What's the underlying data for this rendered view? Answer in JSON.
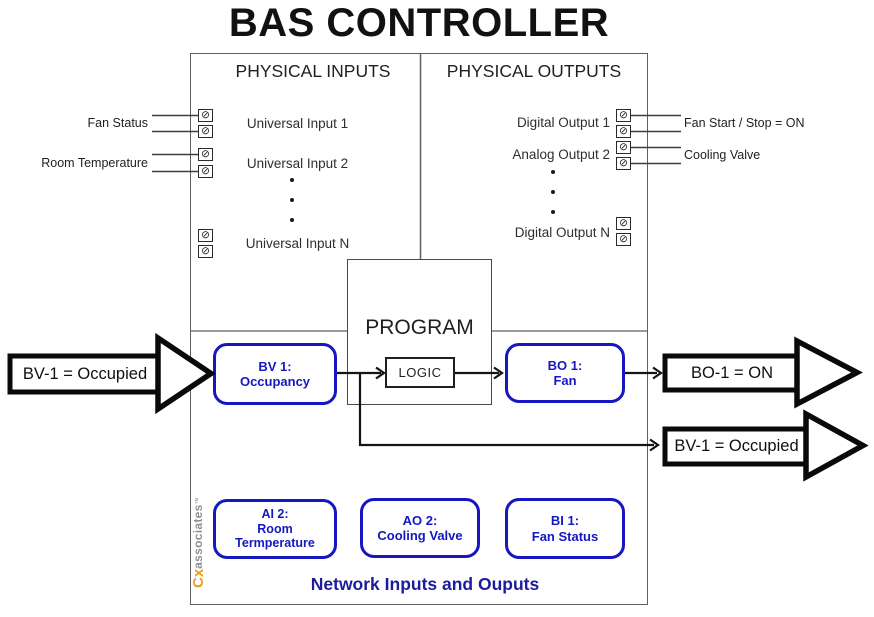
{
  "title": "BAS CONTROLLER",
  "colors": {
    "accent_blue": "#1518c0",
    "logo_orange": "#f29b21",
    "footer_blue": "#1c1c9c"
  },
  "controller": {
    "inputs_header": "PHYSICAL INPUTS",
    "outputs_header": "PHYSICAL OUTPUTS",
    "inputs": [
      "Universal Input 1",
      "Universal Input 2",
      "Universal Input N"
    ],
    "outputs": [
      "Digital Output 1",
      "Analog Output 2",
      "Digital Output N"
    ],
    "program_label": "PROGRAM",
    "logic_label": "LOGIC",
    "network_footer": "Network Inputs and Ouputs"
  },
  "external_labels": {
    "left": [
      "Fan Status",
      "Room Temperature"
    ],
    "right": [
      "Fan Start / Stop = ON",
      "Cooling Valve"
    ]
  },
  "network_points": {
    "bv1": {
      "line1": "BV 1:",
      "line2": "Occupancy"
    },
    "bo1": {
      "line1": "BO 1:",
      "line2": "Fan"
    },
    "ai2": {
      "line1": "AI 2:",
      "line2": "Room",
      "line3": "Termperature"
    },
    "ao2": {
      "line1": "AO 2:",
      "line2": "Cooling Valve"
    },
    "bi1": {
      "line1": "BI 1:",
      "line2": "Fan Status"
    }
  },
  "flow_arrows": {
    "input_left": "BV-1 = Occupied",
    "output_top": "BO-1 = ON",
    "output_bottom": "BV-1 = Occupied"
  },
  "logo": {
    "prefix": "Cx",
    "suffix": "associates",
    "tm": "™"
  }
}
